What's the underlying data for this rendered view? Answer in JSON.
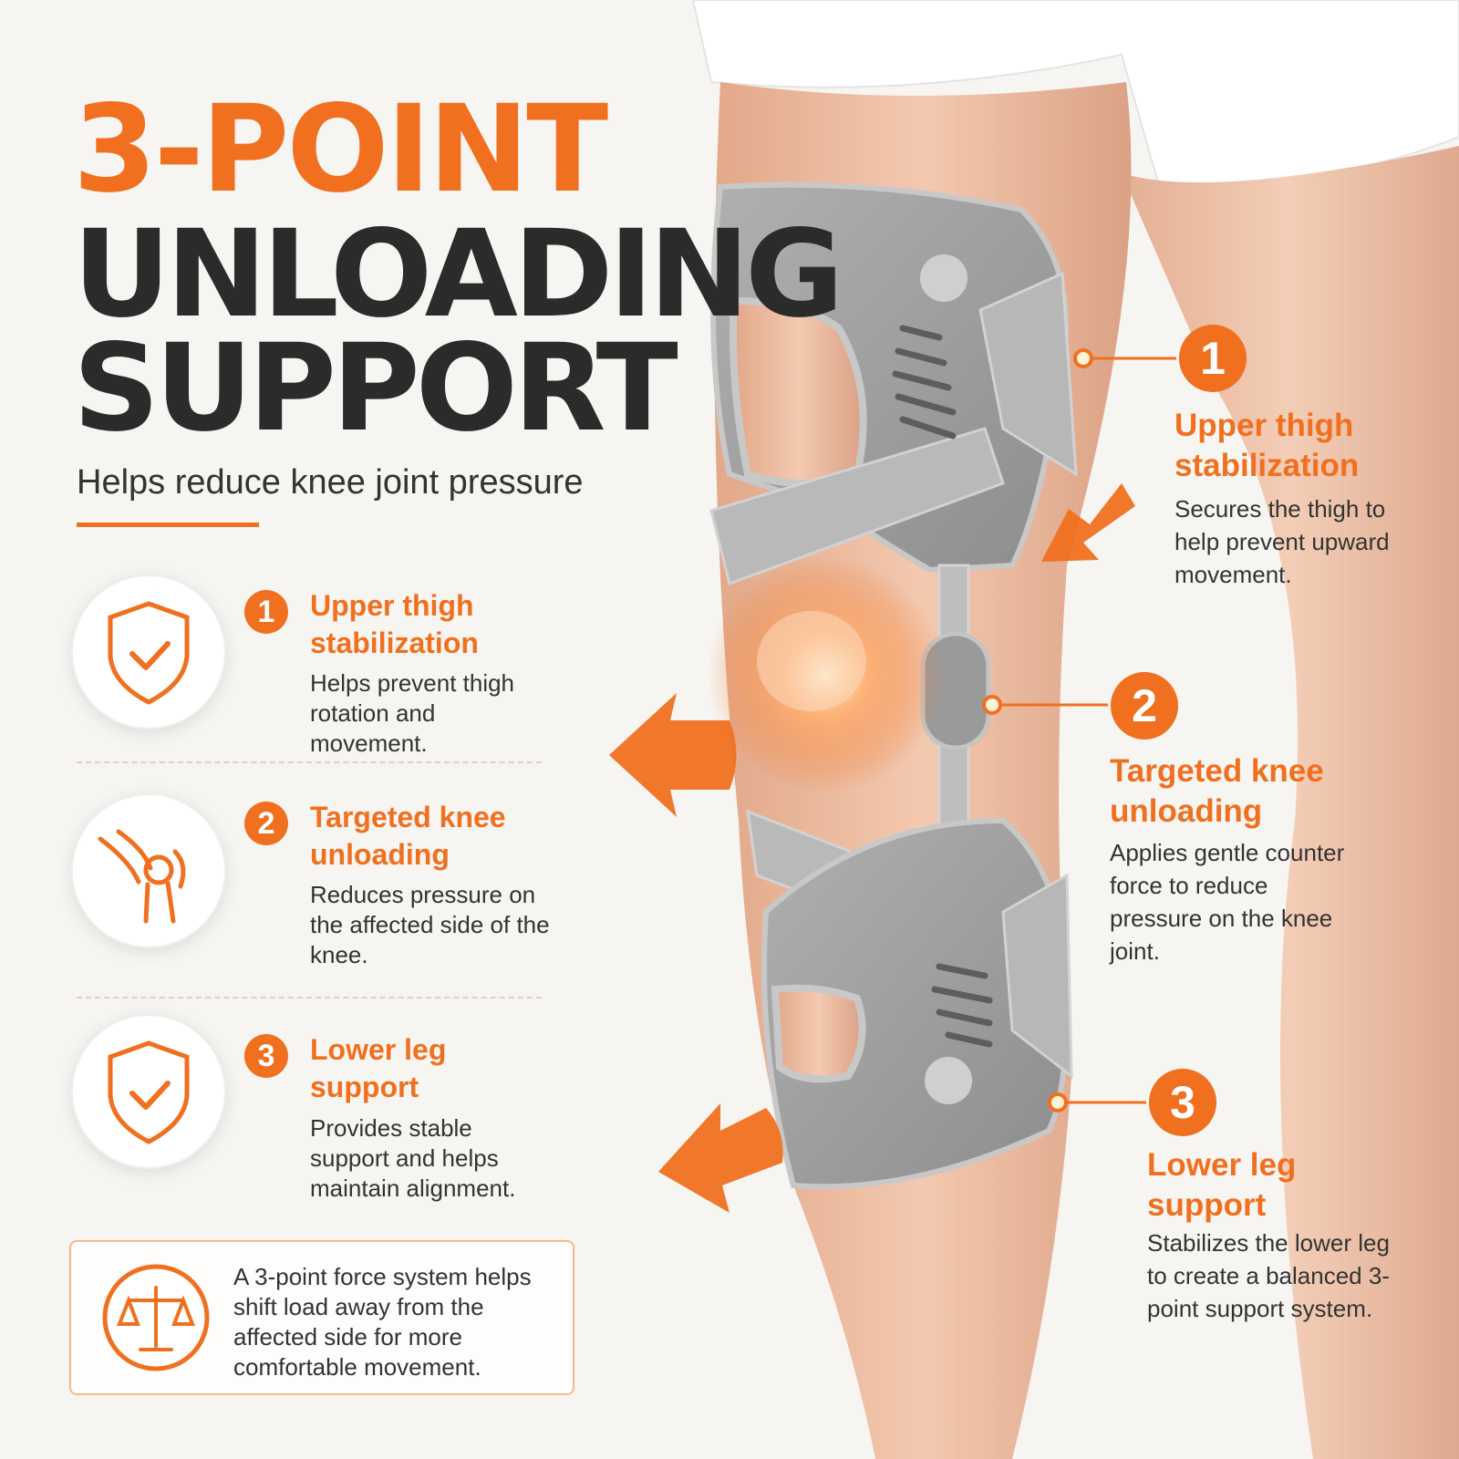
{
  "headline": {
    "line1": "3-POINT",
    "line2": "UNLOADING",
    "line3": "SUPPORT",
    "subtitle": "Helps reduce knee joint pressure"
  },
  "colors": {
    "accent": "#f07020",
    "dark_text": "#2b2b2b",
    "brace_gray": "#9c9c9c",
    "background": "#f7f5f2"
  },
  "features": [
    {
      "number": "1",
      "title": "Upper thigh stabilization",
      "description": "Helps prevent thigh rotation and movement.",
      "icon": "shield-check-icon"
    },
    {
      "number": "2",
      "title": "Targeted knee unloading",
      "description": "Reduces pressure on the affected side of the knee.",
      "icon": "knee-joint-icon"
    },
    {
      "number": "3",
      "title": "Lower leg support",
      "description": "Provides stable support and helps maintain alignment.",
      "icon": "shield-check-icon"
    }
  ],
  "summary": {
    "icon": "balance-scale-icon",
    "text": "A 3-point force system helps shift load away from the affected side for more comfortable movement."
  },
  "callouts": [
    {
      "number": "1",
      "title": "Upper thigh stabilization",
      "description": "Secures the thigh to help prevent upward movement."
    },
    {
      "number": "2",
      "title": "Targeted knee unloading",
      "description": "Applies gentle counter force to reduce pressure on the knee joint."
    },
    {
      "number": "3",
      "title": "Lower leg support",
      "description": "Stabilizes the lower leg to create a balanced 3-point support system."
    }
  ]
}
